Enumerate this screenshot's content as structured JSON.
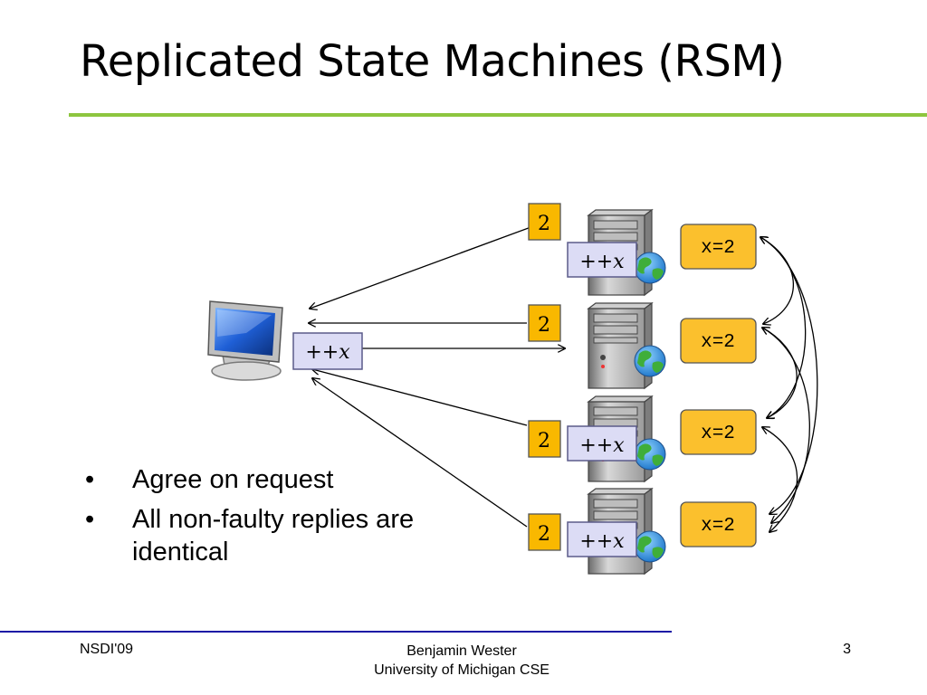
{
  "slide": {
    "title": "Replicated State Machines (RSM)"
  },
  "diagram": {
    "client_request_label": "++x",
    "replica_request_label": "++x",
    "reply_value": "2",
    "state_label": "x=2",
    "colors": {
      "reply_box": "#f9b800",
      "state_box": "#fbc02d",
      "request_box": "#dcdcf5",
      "request_border": "#5b5b8a"
    },
    "icons": [
      "client-computer-icon",
      "server-tower-icon",
      "globe-icon"
    ]
  },
  "bullets": [
    {
      "marker": "•",
      "text": "Agree on request"
    },
    {
      "marker": "•",
      "text": "All non-faulty replies are identical"
    }
  ],
  "footer": {
    "left": "NSDI'09",
    "center_line1": "Benjamin Wester",
    "center_line2": "University of Michigan CSE",
    "page_number": "3"
  }
}
